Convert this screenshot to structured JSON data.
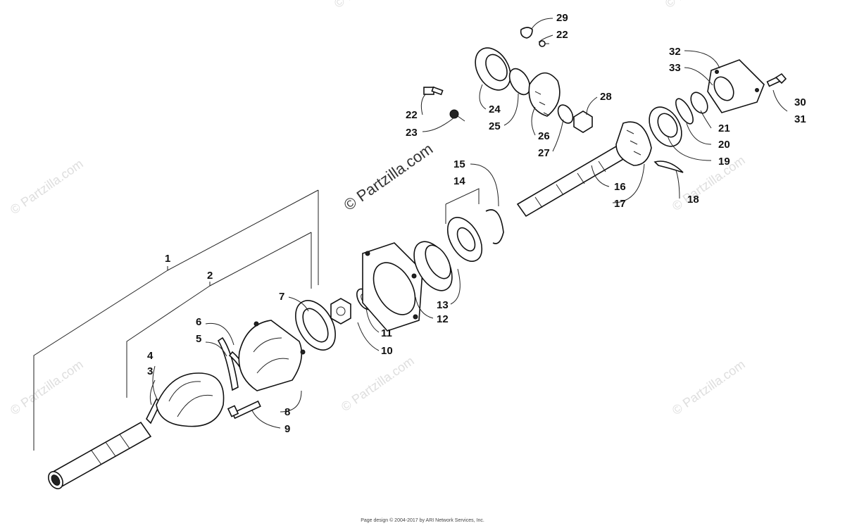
{
  "labels": {
    "p1": "1",
    "p2": "2",
    "p3": "3",
    "p4": "4",
    "p5": "5",
    "p6": "6",
    "p7": "7",
    "p8": "8",
    "p9": "9",
    "p10": "10",
    "p11": "11",
    "p12": "12",
    "p13": "13",
    "p14": "14",
    "p15": "15",
    "p16": "16",
    "p17": "17",
    "p18": "18",
    "p19": "19",
    "p20": "20",
    "p21": "21",
    "p22a": "22",
    "p22b": "22",
    "p23": "23",
    "p24": "24",
    "p25": "25",
    "p26": "26",
    "p27": "27",
    "p28": "28",
    "p29": "29",
    "p30": "30",
    "p31": "31",
    "p32": "32",
    "p33": "33"
  },
  "watermark": {
    "main": "© Partzilla.com",
    "repeat": "© Partzilla.com"
  },
  "footer": "Page design © 2004-2017 by ARI Network Services, Inc."
}
